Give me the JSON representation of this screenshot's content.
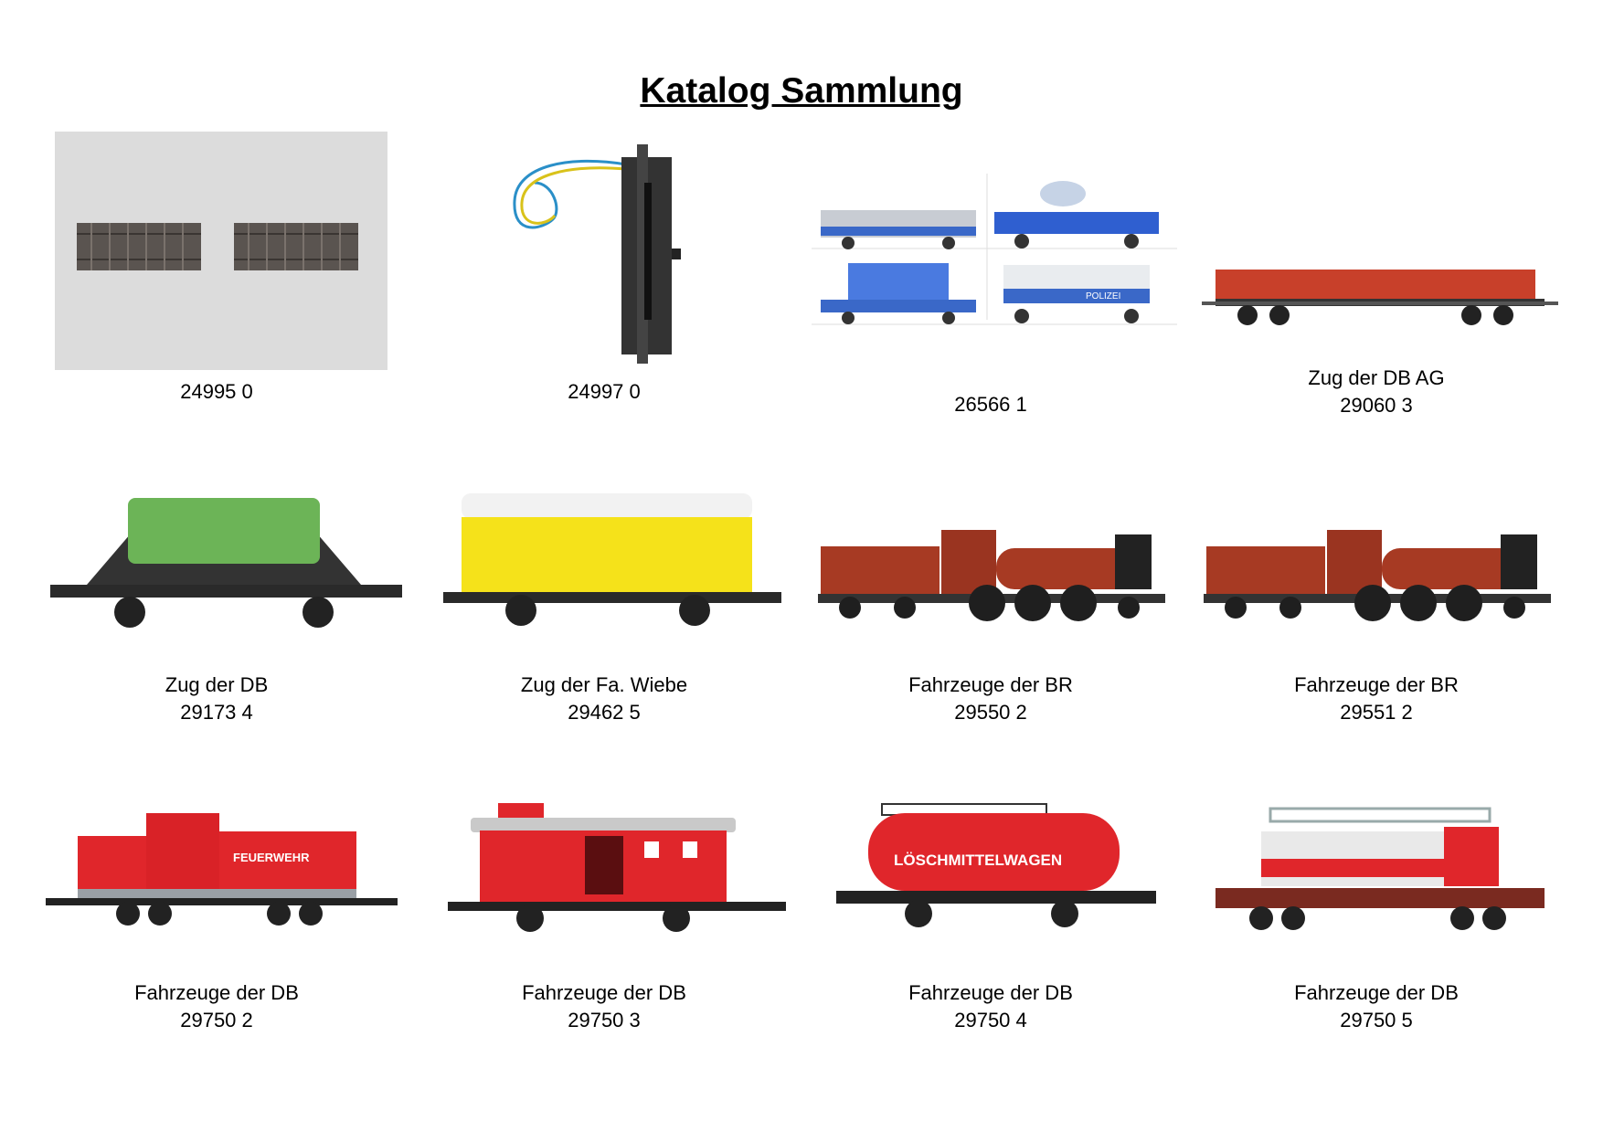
{
  "title": "Katalog Sammlung",
  "items": [
    {
      "name": "",
      "number": "24995 0",
      "icon": "track-pieces-image"
    },
    {
      "name": "",
      "number": "24997 0",
      "icon": "track-with-wires-image"
    },
    {
      "name": "",
      "number": "26566 1",
      "icon": "police-train-set-image"
    },
    {
      "name": "Zug der DB AG",
      "number": "29060 3",
      "icon": "red-low-side-wagon-image"
    },
    {
      "name": "Zug der DB",
      "number": "29173 4",
      "icon": "green-tipper-wagon-image"
    },
    {
      "name": "Zug der Fa. Wiebe",
      "number": "29462 5",
      "icon": "yellow-boxcar-image"
    },
    {
      "name": "Fahrzeuge der BR",
      "number": "29550 2",
      "icon": "red-steam-locomotive-image"
    },
    {
      "name": "Fahrzeuge der BR",
      "number": "29551 2",
      "icon": "red-steam-locomotive-image"
    },
    {
      "name": "Fahrzeuge der DB",
      "number": "29750 2",
      "icon": "fire-diesel-locomotive-image"
    },
    {
      "name": "Fahrzeuge der DB",
      "number": "29750 3",
      "icon": "fire-caboose-image"
    },
    {
      "name": "Fahrzeuge der DB",
      "number": "29750 4",
      "icon": "tank-wagon-image"
    },
    {
      "name": "Fahrzeuge der DB",
      "number": "29750 5",
      "icon": "fire-truck-flatcar-image"
    }
  ],
  "image_text": {
    "tank": "LÖSCHMITTELWAGEN",
    "loco": "FEUERWEHR",
    "police": "POLIZEI"
  }
}
